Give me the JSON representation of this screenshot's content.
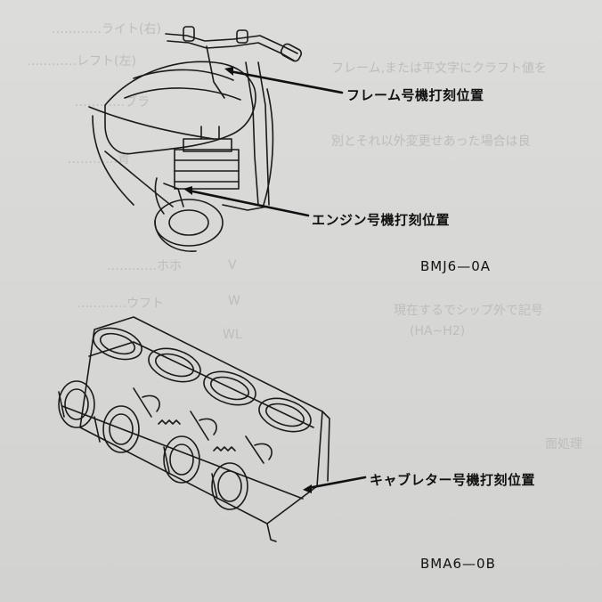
{
  "figure_top": {
    "callout_frame": "フレーム号機打刻位置",
    "callout_engine": "エンジン号機打刻位置",
    "code": "BMJ6—0A"
  },
  "figure_bottom": {
    "callout_carburetor": "キャブレター号機打刻位置",
    "code": "BMA6—0B"
  },
  "bleed_through": {
    "l1": "…………ライト(右)",
    "l2": "…………レフト(左)",
    "l3": "フレーム,または平文字にクラフト値を",
    "l4": "…………ブラ",
    "l5": "…………青",
    "l6": "…………ホホ",
    "l7": "…………ウフト",
    "l8": "V",
    "l9": "W",
    "l10": "WL",
    "l11": "現在するでシップ外で記号",
    "l12": "(HA~H2)",
    "l13": "面処理",
    "l14": "別とそれ以外変更せあった場合は良"
  },
  "colors": {
    "paper": "#d9d9d7",
    "ink": "#111111",
    "ghost": "#bdbdbb"
  }
}
